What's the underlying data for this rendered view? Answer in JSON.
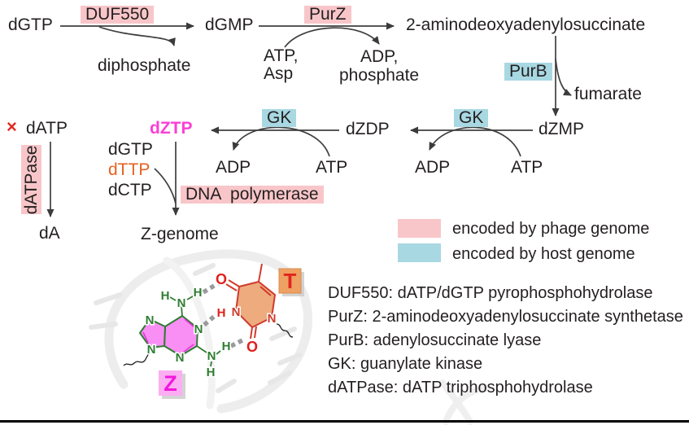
{
  "title": "Z-genome biosynthesis pathway",
  "colors": {
    "phage_highlight": "#f8c6c9",
    "host_highlight": "#a8d8e2",
    "dztp_magenta": "#fb3fd6",
    "dttp_orange": "#e5611f",
    "blocked_red": "#e02b20",
    "z_base_fill": "#f98ef5",
    "z_base_outline": "#2f7d32",
    "t_base_fill": "#eeab7e",
    "t_base_outline": "#cf3b2c"
  },
  "pathway": {
    "dgtp": "dGTP",
    "dgmp": "dGMP",
    "aminosuccinate": "2-aminodeoxyadenylosuccinate",
    "diphosphate": "diphosphate",
    "atp_comma": "ATP,",
    "asp": "Asp",
    "adp_comma": "ADP,",
    "phosphate": "phosphate",
    "fumarate": "fumarate",
    "dzmp": "dZMP",
    "dzdp": "dZDP",
    "dztp": "dZTP",
    "adp": "ADP",
    "atp": "ATP",
    "blocked_mark": "×",
    "datp": "dATP",
    "da": "dA",
    "dttp": "dTTP",
    "dctp": "dCTP",
    "z_genome": "Z-genome"
  },
  "enzymes": {
    "duf550": "DUF550",
    "purz": "PurZ",
    "purb": "PurB",
    "gk": "GK",
    "datpase": "dATPase",
    "dna_polymerase": "DNA polymerase"
  },
  "legend": [
    {
      "color": "#f8c6c9",
      "label": "encoded by phage genome"
    },
    {
      "color": "#a8d8e2",
      "label": "encoded by host genome"
    }
  ],
  "definitions": [
    "DUF550: dATP/dGTP pyrophosphohydrolase",
    "PurZ: 2-aminodeoxyadenylosuccinate synthetase",
    "PurB: adenylosuccinate lyase",
    "GK: guanylate kinase",
    "dATPase: dATP triphosphohydrolase"
  ],
  "structure": {
    "z_label": "Z",
    "t_label": "T",
    "atom_n": "N",
    "atom_h": "H",
    "atom_o": "O"
  }
}
